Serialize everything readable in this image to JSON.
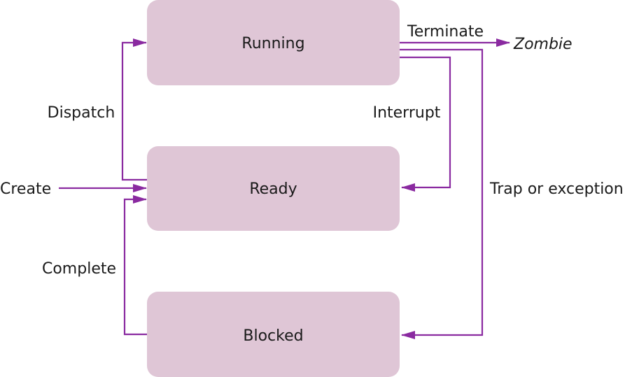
{
  "states": {
    "running": "Running",
    "ready": "Ready",
    "blocked": "Blocked",
    "zombie": "Zombie"
  },
  "transitions": {
    "terminate": "Terminate",
    "dispatch": "Dispatch",
    "interrupt": "Interrupt",
    "create": "Create",
    "trap_or_exception": "Trap or exception",
    "complete": "Complete"
  },
  "colors": {
    "state_fill": "#dfc6d6",
    "arrow": "#8a2aa0",
    "text": "#1a1a1a"
  }
}
